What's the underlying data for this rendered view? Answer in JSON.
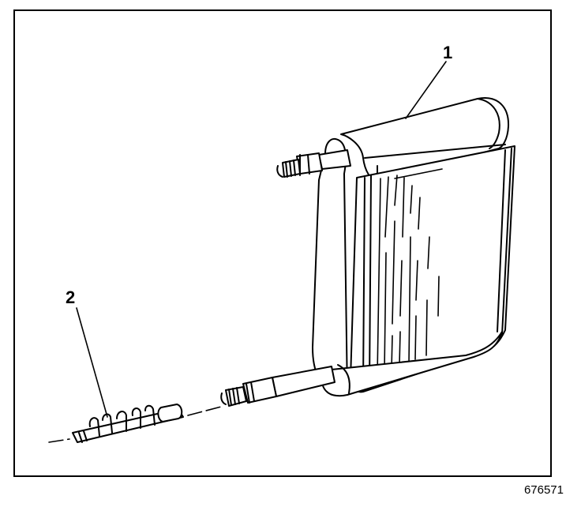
{
  "diagram": {
    "callouts": [
      {
        "label": "1"
      },
      {
        "label": "2"
      }
    ],
    "figure_id": "676571"
  }
}
